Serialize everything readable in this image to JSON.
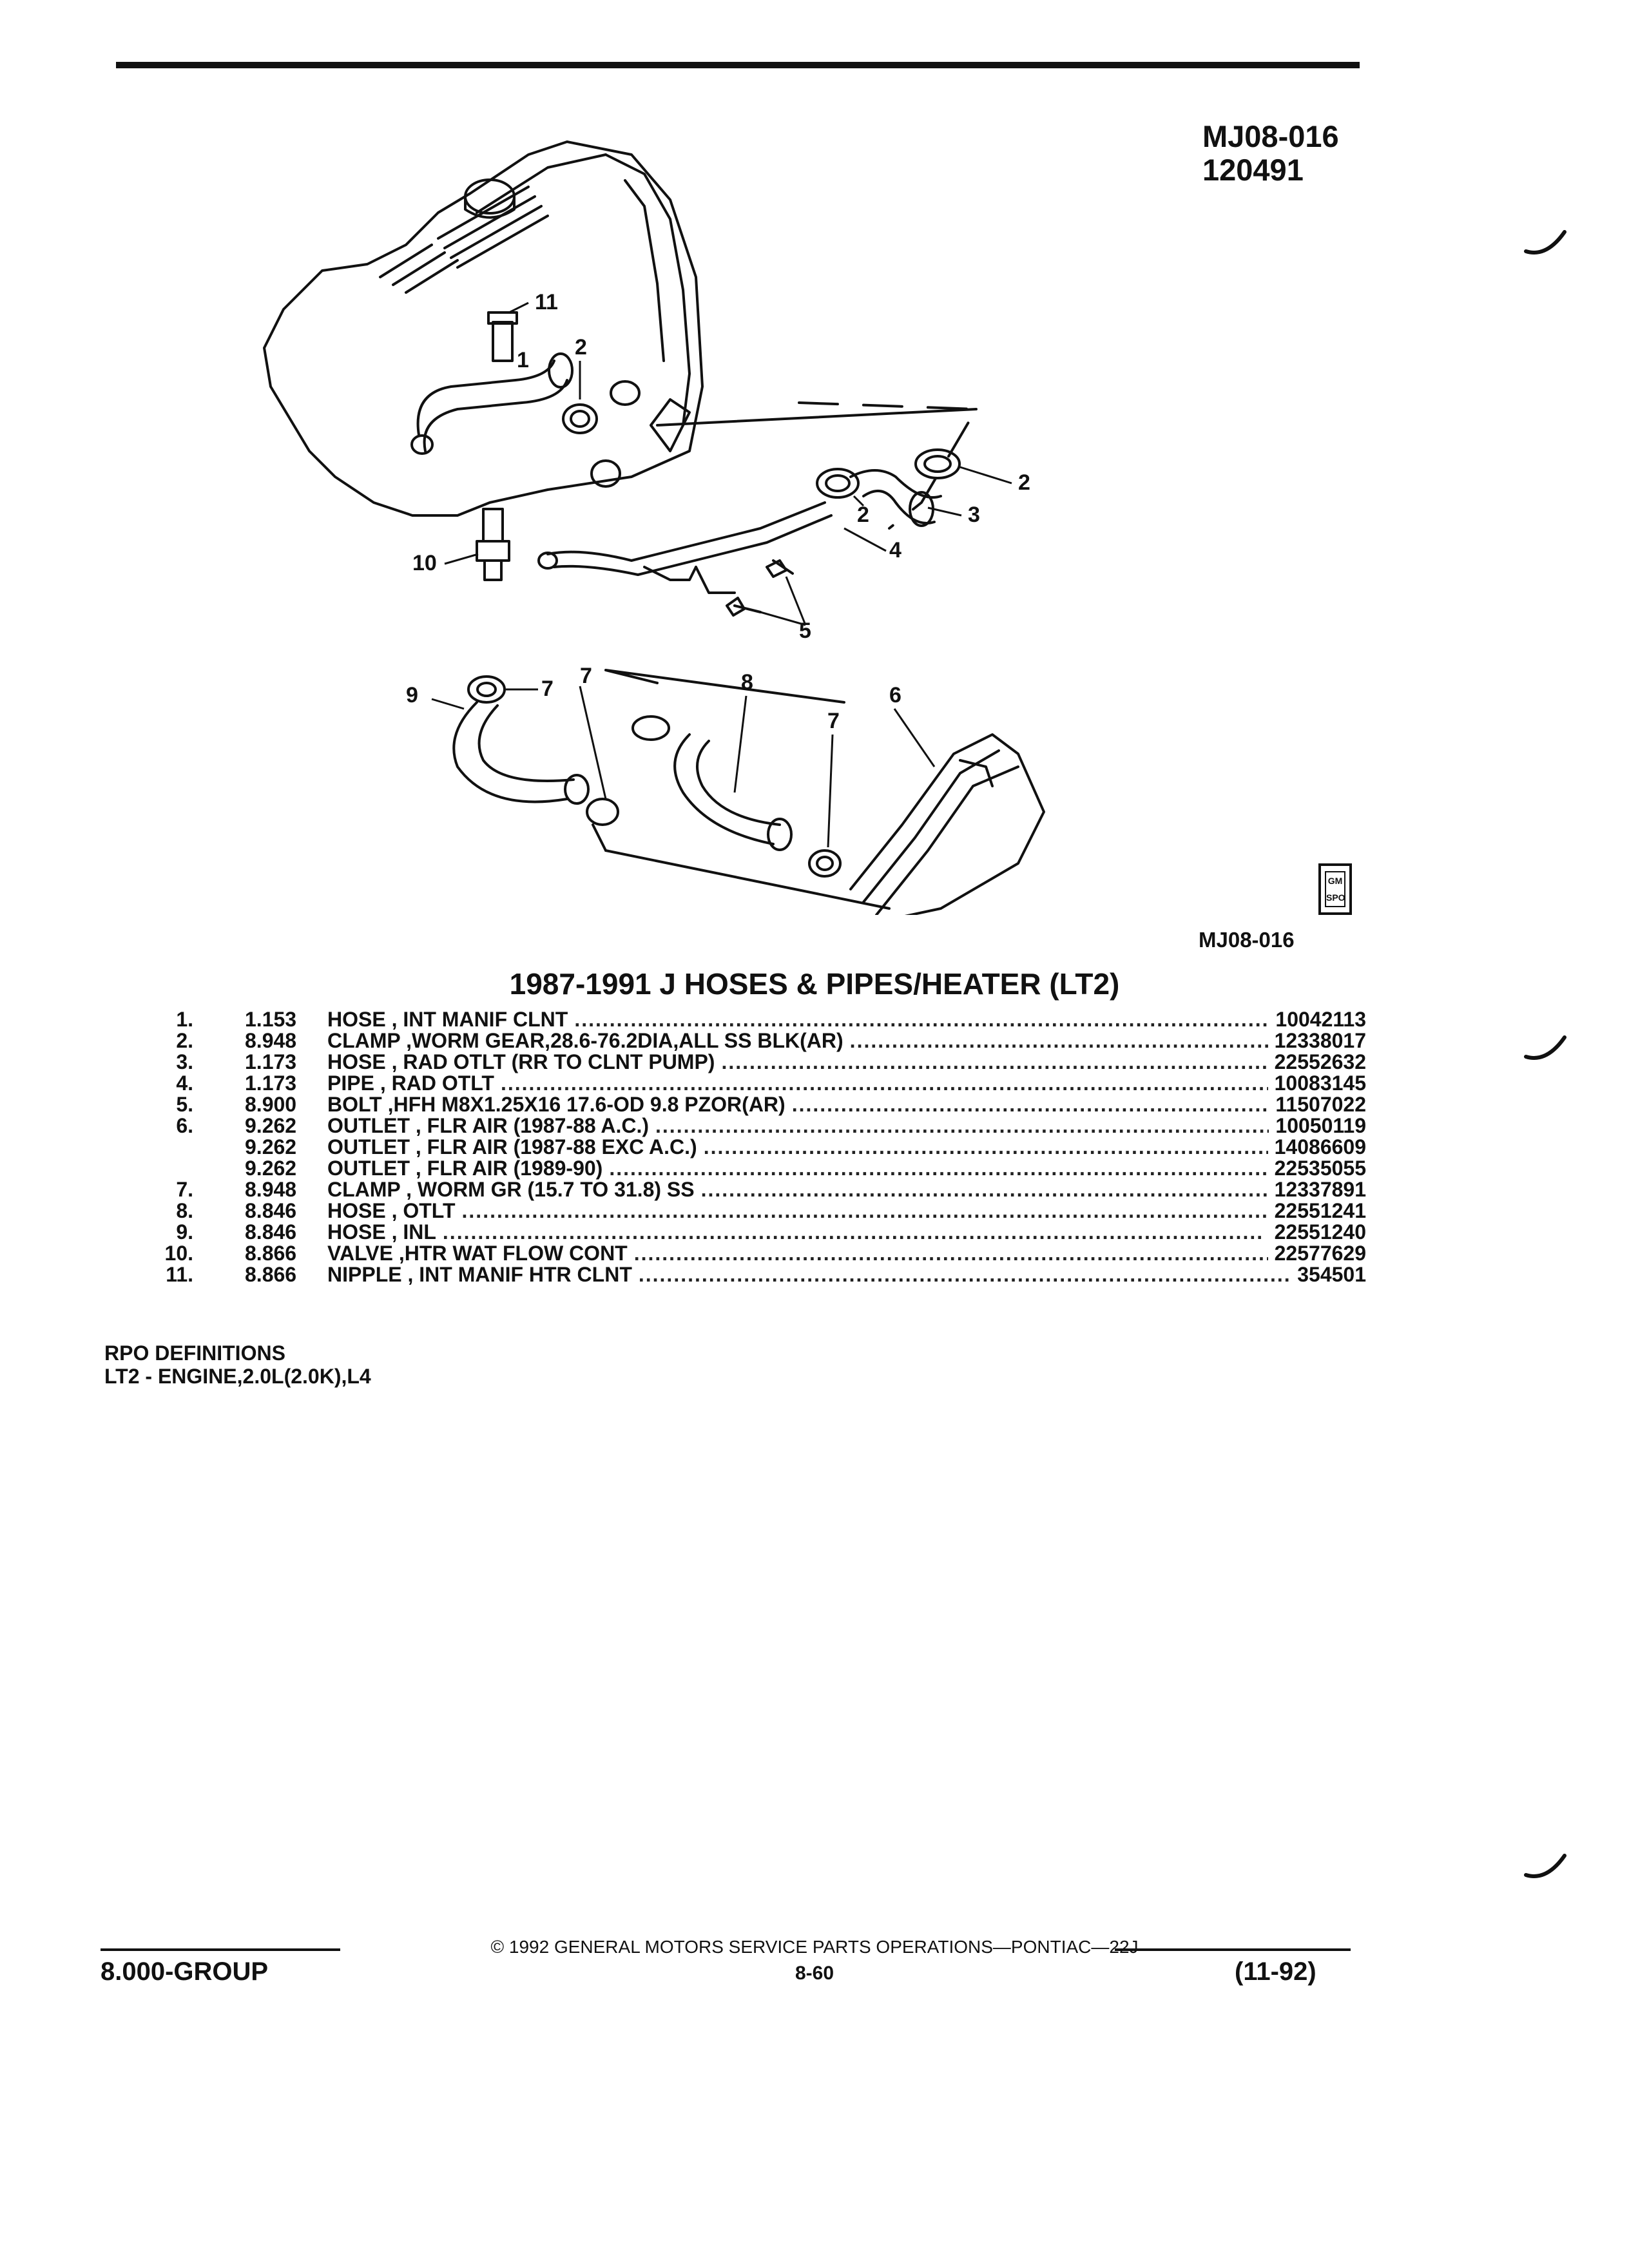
{
  "header": {
    "code": "MJ08-016",
    "date_code": "120491",
    "figure_code": "MJ08-016"
  },
  "diagram": {
    "callouts": [
      "1",
      "2",
      "2",
      "2",
      "3",
      "4",
      "5",
      "6",
      "7",
      "7",
      "7",
      "8",
      "9",
      "10",
      "11"
    ],
    "logo_text": "GM SPO"
  },
  "title": "1987-1991 J HOSES & PIPES/HEATER (LT2)",
  "parts": [
    {
      "num": "1.",
      "code": "1.153",
      "desc": "HOSE , INT MANIF CLNT",
      "pn": "10042113"
    },
    {
      "num": "2.",
      "code": "8.948",
      "desc": "CLAMP ,WORM GEAR,28.6-76.2DIA,ALL SS BLK(AR)",
      "pn": "12338017"
    },
    {
      "num": "3.",
      "code": "1.173",
      "desc": "HOSE , RAD OTLT (RR TO CLNT PUMP)",
      "pn": "22552632"
    },
    {
      "num": "4.",
      "code": "1.173",
      "desc": "PIPE , RAD OTLT",
      "pn": "10083145"
    },
    {
      "num": "5.",
      "code": "8.900",
      "desc": "BOLT ,HFH M8X1.25X16 17.6-OD 9.8 PZOR(AR)",
      "pn": "11507022"
    },
    {
      "num": "6.",
      "code": "9.262",
      "desc": "OUTLET , FLR AIR (1987-88 A.C.)",
      "pn": "10050119"
    },
    {
      "num": "",
      "code": "9.262",
      "desc": "OUTLET , FLR AIR (1987-88 EXC A.C.)",
      "pn": "14086609"
    },
    {
      "num": "",
      "code": "9.262",
      "desc": "OUTLET , FLR AIR (1989-90)",
      "pn": "22535055"
    },
    {
      "num": "7.",
      "code": "8.948",
      "desc": "CLAMP , WORM GR (15.7 TO 31.8) SS",
      "pn": "12337891"
    },
    {
      "num": "8.",
      "code": "8.846",
      "desc": "HOSE , OTLT",
      "pn": "22551241"
    },
    {
      "num": "9.",
      "code": "8.846",
      "desc": "HOSE , INL",
      "pn": "22551240"
    },
    {
      "num": "10.",
      "code": "8.866",
      "desc": "VALVE ,HTR WAT FLOW CONT",
      "pn": "22577629"
    },
    {
      "num": "11.",
      "code": "8.866",
      "desc": "NIPPLE , INT MANIF HTR CLNT",
      "pn": "354501"
    }
  ],
  "rpo": {
    "heading": "RPO DEFINITIONS",
    "definition": "LT2 - ENGINE,2.0L(2.0K),L4"
  },
  "footer": {
    "copyright": "© 1992 GENERAL MOTORS SERVICE PARTS OPERATIONS—PONTIAC—22J",
    "group": "8.000-GROUP",
    "page": "8-60",
    "date": "(11-92)"
  }
}
